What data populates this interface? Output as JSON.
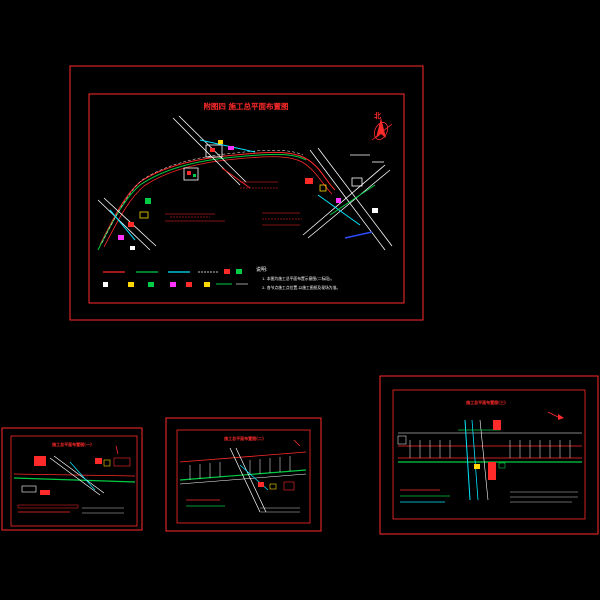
{
  "colors": {
    "frame": "#ff2a2a",
    "road": "#ff2a2a",
    "route": "#00cc44",
    "survey": "#ffffff",
    "water": "#00e5ff",
    "highlight": "#ff2a2a",
    "accent_blue": "#2a4bff",
    "accent_yellow": "#ffd700",
    "accent_magenta": "#ff33ff"
  },
  "main_sheet": {
    "title": "附图四  施工总平面布置图",
    "north_label": "北",
    "notes_heading": "说明:",
    "note_1": "1. 本图为施工总平面布置示意图(二标段)。",
    "note_2": "2. 各节点施工点位置,以施工图纸及现场为准。"
  },
  "sheet_small_1": {
    "title": "施工总平面布置图(一)"
  },
  "sheet_small_2": {
    "title": "施工总平面布置图(二)"
  },
  "sheet_right": {
    "title": "施工总平面布置图(三)"
  }
}
